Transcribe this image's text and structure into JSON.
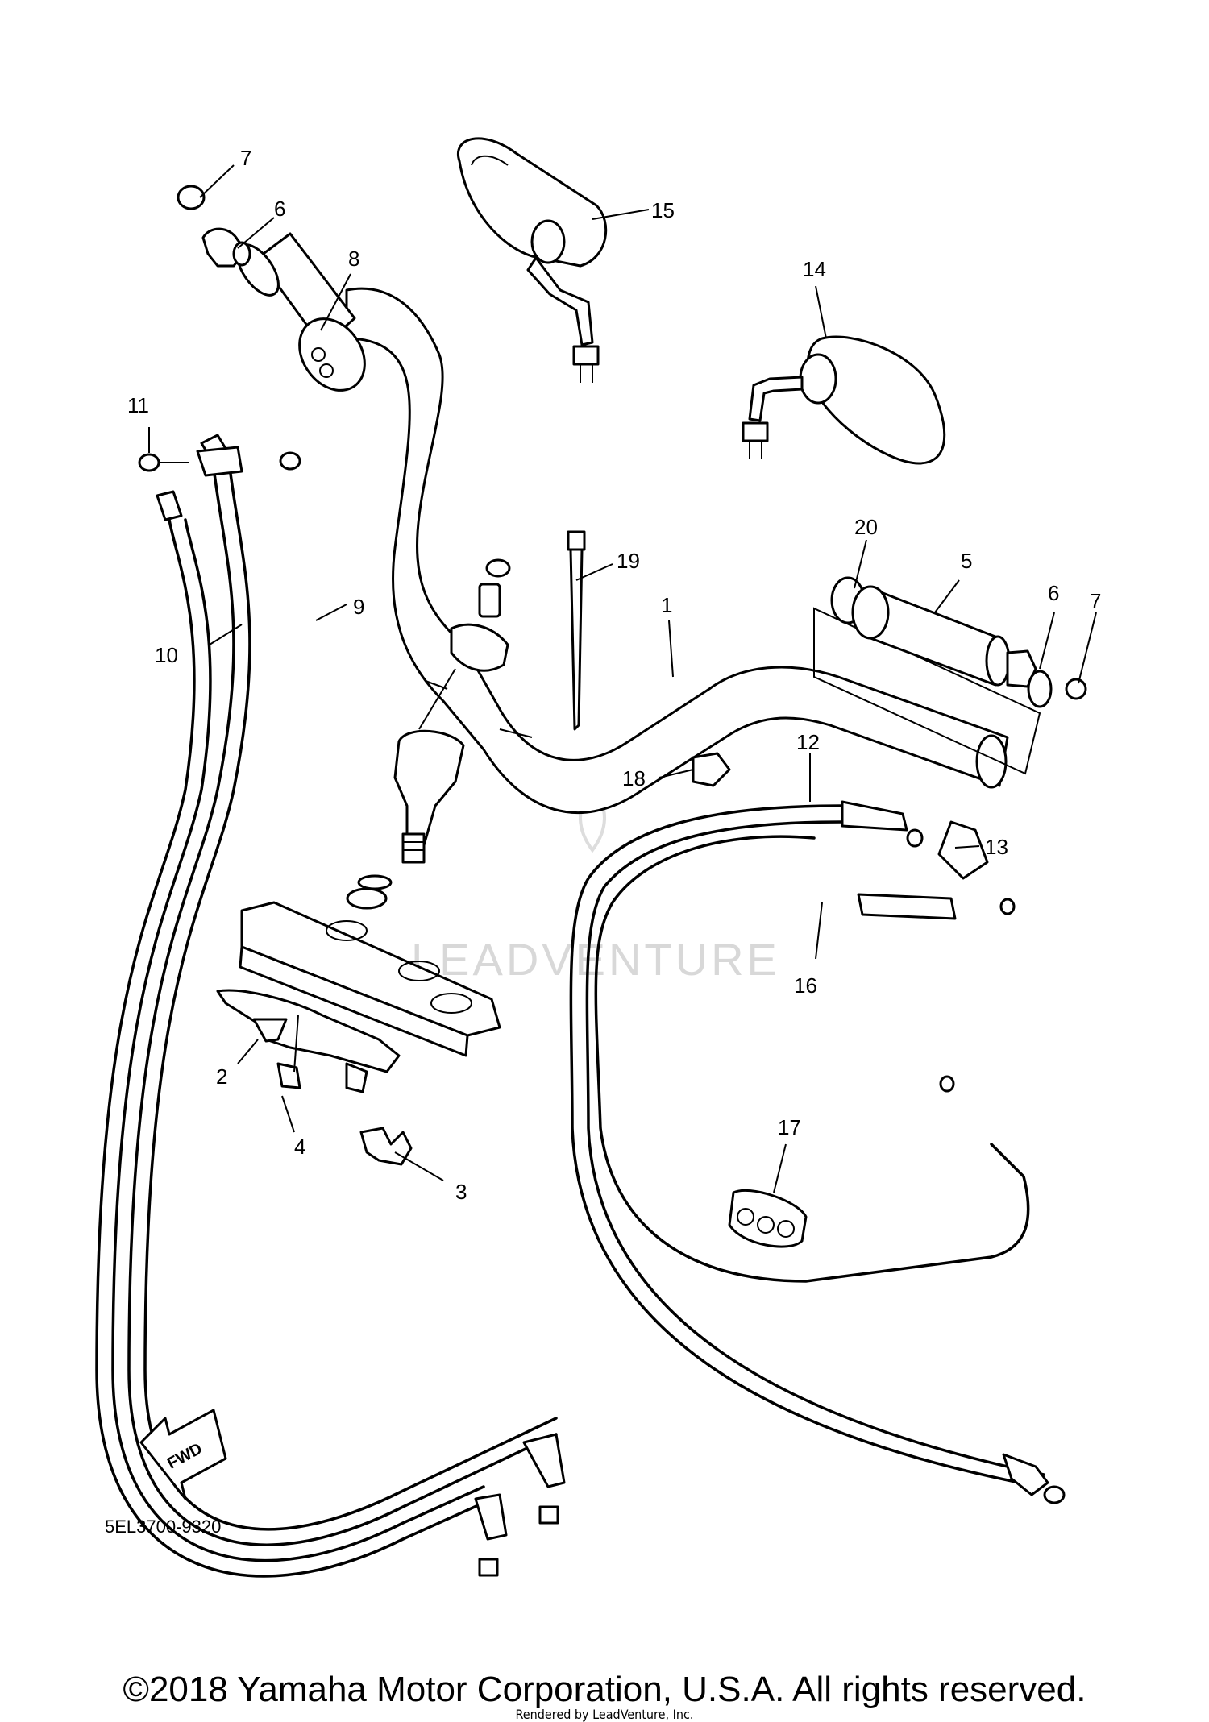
{
  "diagram": {
    "part_code": "5EL3700-9320",
    "fwd_label": "FWD",
    "watermark": "LEADVENTURE",
    "callouts": {
      "c1": "1",
      "c2": "2",
      "c3": "3",
      "c4": "4",
      "c5": "5",
      "c6a": "6",
      "c6b": "6",
      "c7a": "7",
      "c7b": "7",
      "c8": "8",
      "c9": "9",
      "c10": "10",
      "c11": "11",
      "c12": "12",
      "c13": "13",
      "c14": "14",
      "c15": "15",
      "c16": "16",
      "c17": "17",
      "c18": "18",
      "c19": "19",
      "c20": "20"
    }
  },
  "footer": {
    "copyright": "©2018 Yamaha Motor Corporation, U.S.A. All rights reserved.",
    "rendered_by": "Rendered by LeadVenture, Inc."
  },
  "colors": {
    "line": "#000000",
    "background": "#ffffff",
    "watermark": "#d8d8d8"
  }
}
